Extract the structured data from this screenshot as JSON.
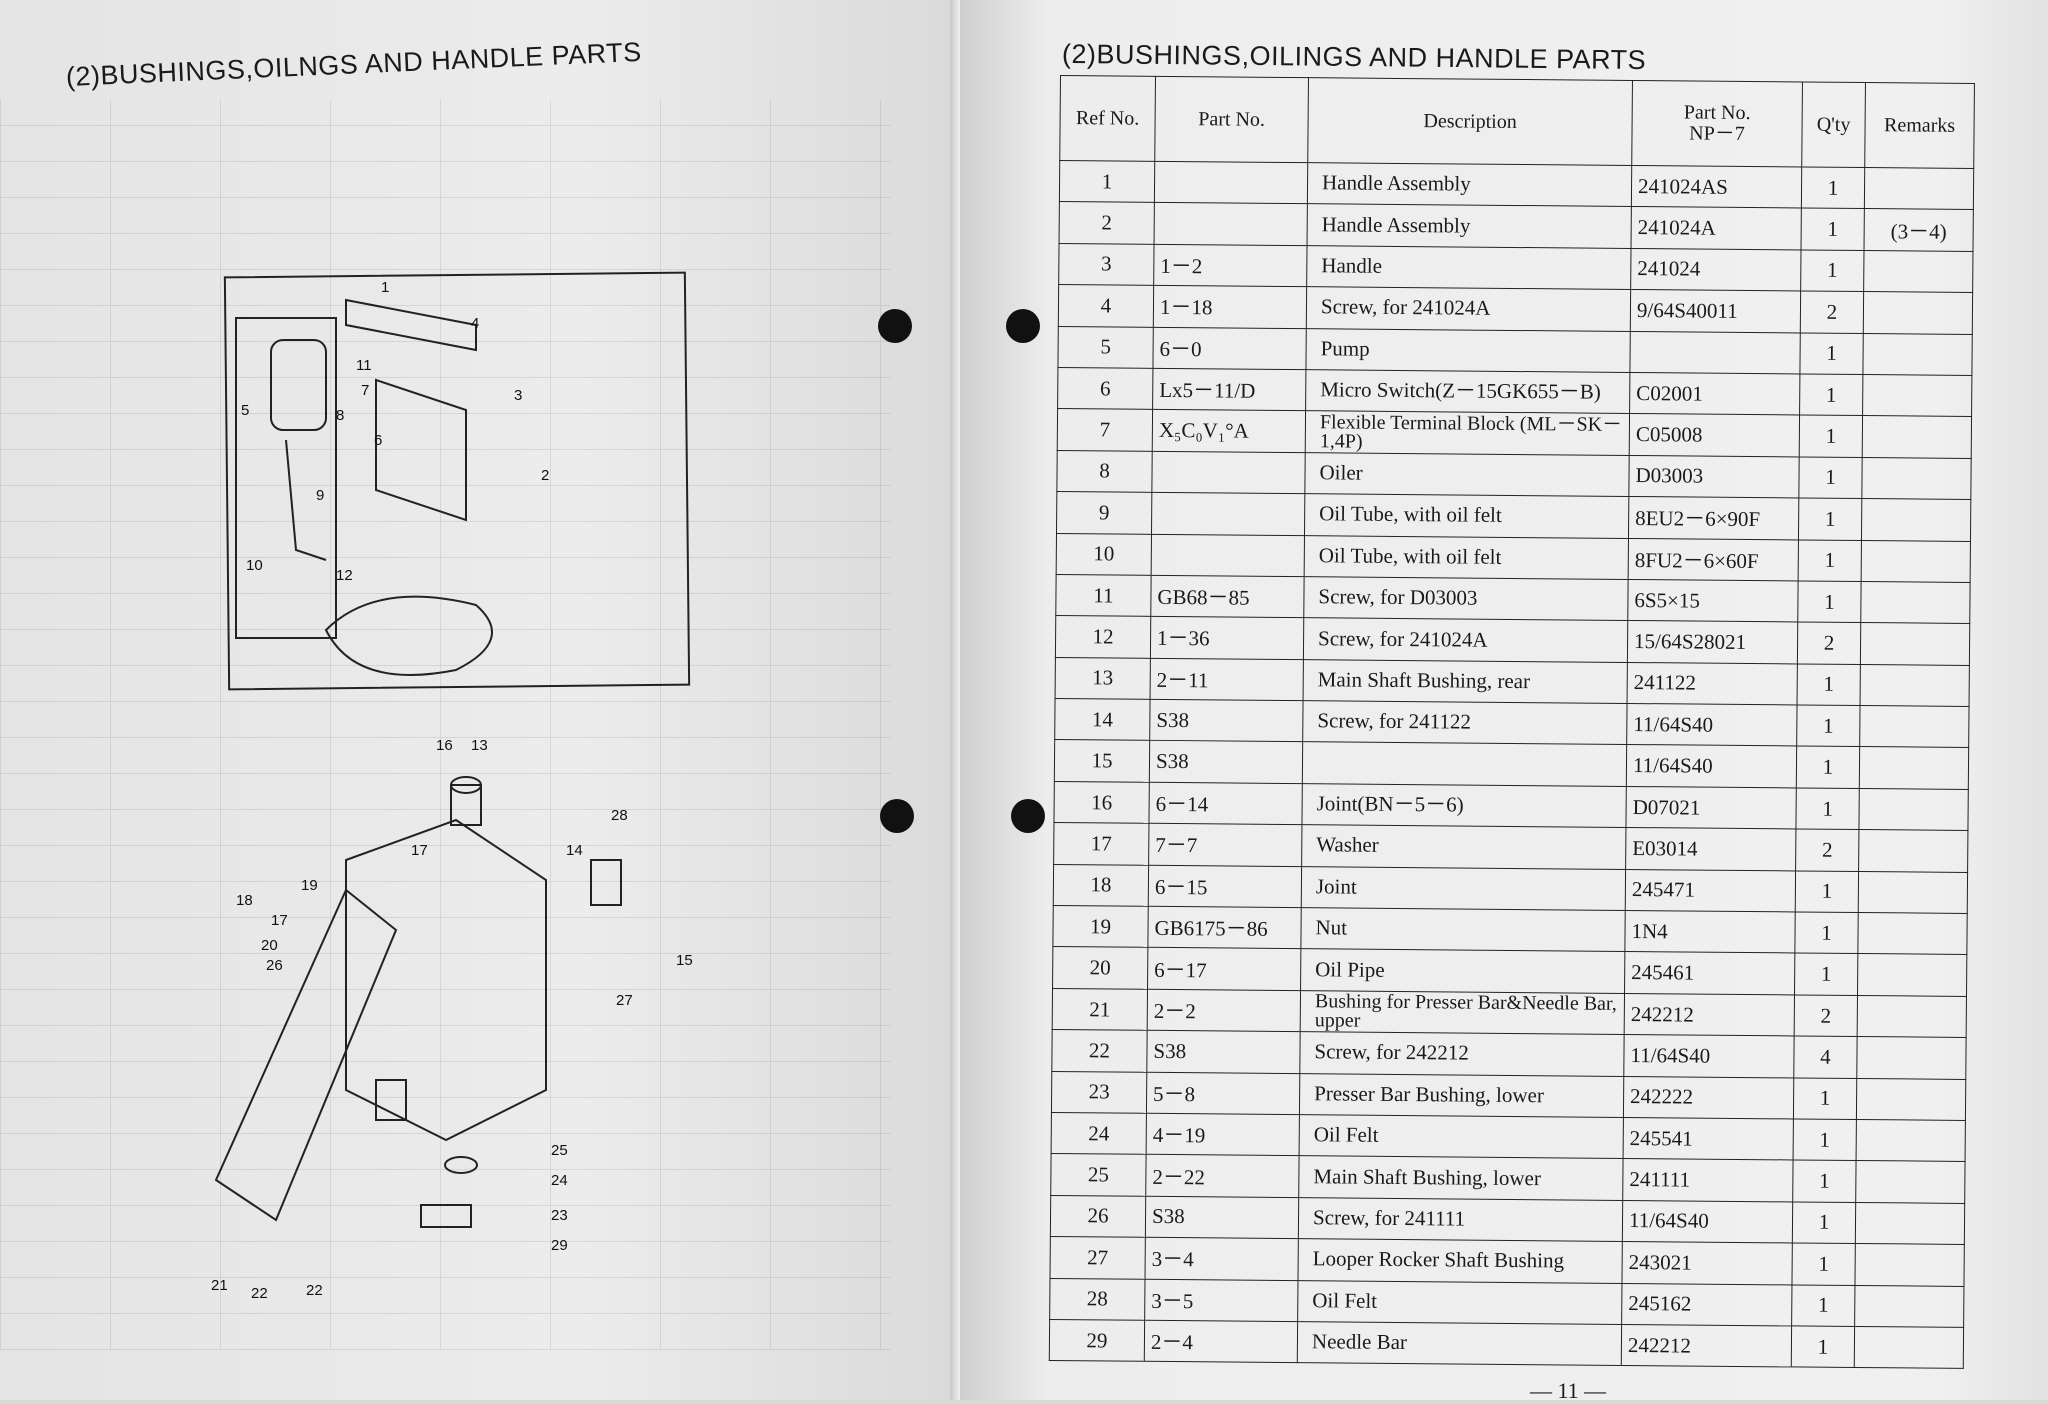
{
  "left_page": {
    "title": "(2)BUSHINGS,OILNGS AND HANDLE PARTS",
    "upper_callouts": [
      "1",
      "4",
      "11",
      "5",
      "8",
      "7",
      "6",
      "3",
      "9",
      "10",
      "12",
      "2"
    ],
    "lower_callouts": [
      "16",
      "13",
      "28",
      "14",
      "17",
      "18",
      "19",
      "17",
      "20",
      "26",
      "15",
      "27",
      "25",
      "24",
      "23",
      "29",
      "21",
      "22",
      "22"
    ]
  },
  "right_page": {
    "title": "(2)BUSHINGS,OILINGS AND HANDLE PARTS",
    "headers": {
      "ref": "Ref No.",
      "part": "Part No.",
      "desc": "Description",
      "np7_line1": "Part No.",
      "np7_line2": "NP－7",
      "qty": "Q'ty",
      "remarks": "Remarks"
    },
    "rows": [
      {
        "ref": "1",
        "part": "",
        "desc": "Handle Assembly",
        "np7": "241024AS",
        "qty": "1",
        "remarks": ""
      },
      {
        "ref": "2",
        "part": "",
        "desc": "Handle Assembly",
        "np7": "241024A",
        "qty": "1",
        "remarks": "(3－4)"
      },
      {
        "ref": "3",
        "part": "1－2",
        "desc": "Handle",
        "np7": "241024",
        "qty": "1",
        "remarks": ""
      },
      {
        "ref": "4",
        "part": "1－18",
        "desc": "Screw, for 241024A",
        "np7": "9/64S40011",
        "qty": "2",
        "remarks": ""
      },
      {
        "ref": "5",
        "part": "6－0",
        "desc": "Pump",
        "np7": "",
        "qty": "1",
        "remarks": ""
      },
      {
        "ref": "6",
        "part": "Lx5－11/D",
        "desc": "Micro Switch(Z－15GK655－B)",
        "np7": "C02001",
        "qty": "1",
        "remarks": ""
      },
      {
        "ref": "7",
        "part": "X₅C₀V₁°A",
        "desc": "Flexible Terminal Block (ML－SK－1,4P)",
        "np7": "C05008",
        "qty": "1",
        "remarks": ""
      },
      {
        "ref": "8",
        "part": "",
        "desc": "Oiler",
        "np7": "D03003",
        "qty": "1",
        "remarks": ""
      },
      {
        "ref": "9",
        "part": "",
        "desc": "Oil Tube, with oil felt",
        "np7": "8EU2－6×90F",
        "qty": "1",
        "remarks": ""
      },
      {
        "ref": "10",
        "part": "",
        "desc": "Oil Tube, with oil felt",
        "np7": "8FU2－6×60F",
        "qty": "1",
        "remarks": ""
      },
      {
        "ref": "11",
        "part": "GB68－85",
        "desc": "Screw, for D03003",
        "np7": "6S5×15",
        "qty": "1",
        "remarks": ""
      },
      {
        "ref": "12",
        "part": "1－36",
        "desc": "Screw, for 241024A",
        "np7": "15/64S28021",
        "qty": "2",
        "remarks": ""
      },
      {
        "ref": "13",
        "part": "2－11",
        "desc": "Main Shaft Bushing, rear",
        "np7": "241122",
        "qty": "1",
        "remarks": ""
      },
      {
        "ref": "14",
        "part": "S38",
        "desc": "Screw, for 241122",
        "np7": "11/64S40",
        "qty": "1",
        "remarks": ""
      },
      {
        "ref": "15",
        "part": "S38",
        "desc": "",
        "np7": "11/64S40",
        "qty": "1",
        "remarks": ""
      },
      {
        "ref": "16",
        "part": "6－14",
        "desc": "Joint(BN－5－6)",
        "np7": "D07021",
        "qty": "1",
        "remarks": ""
      },
      {
        "ref": "17",
        "part": "7－7",
        "desc": "Washer",
        "np7": "E03014",
        "qty": "2",
        "remarks": ""
      },
      {
        "ref": "18",
        "part": "6－15",
        "desc": "Joint",
        "np7": "245471",
        "qty": "1",
        "remarks": ""
      },
      {
        "ref": "19",
        "part": "GB6175－86",
        "desc": "Nut",
        "np7": "1N4",
        "qty": "1",
        "remarks": ""
      },
      {
        "ref": "20",
        "part": "6－17",
        "desc": "Oil Pipe",
        "np7": "245461",
        "qty": "1",
        "remarks": ""
      },
      {
        "ref": "21",
        "part": "2－2",
        "desc": "Bushing for Presser Bar&Needle Bar, upper",
        "np7": "242212",
        "qty": "2",
        "remarks": ""
      },
      {
        "ref": "22",
        "part": "S38",
        "desc": "Screw, for 242212",
        "np7": "11/64S40",
        "qty": "4",
        "remarks": ""
      },
      {
        "ref": "23",
        "part": "5－8",
        "desc": "Presser Bar Bushing, lower",
        "np7": "242222",
        "qty": "1",
        "remarks": ""
      },
      {
        "ref": "24",
        "part": "4－19",
        "desc": "Oil Felt",
        "np7": "245541",
        "qty": "1",
        "remarks": ""
      },
      {
        "ref": "25",
        "part": "2－22",
        "desc": "Main Shaft Bushing, lower",
        "np7": "241111",
        "qty": "1",
        "remarks": ""
      },
      {
        "ref": "26",
        "part": "S38",
        "desc": "Screw, for 241111",
        "np7": "11/64S40",
        "qty": "1",
        "remarks": ""
      },
      {
        "ref": "27",
        "part": "3－4",
        "desc": "Looper Rocker Shaft Bushing",
        "np7": "243021",
        "qty": "1",
        "remarks": ""
      },
      {
        "ref": "28",
        "part": "3－5",
        "desc": "Oil Felt",
        "np7": "245162",
        "qty": "1",
        "remarks": ""
      },
      {
        "ref": "29",
        "part": "2－4",
        "desc": "Needle Bar",
        "np7": "242212",
        "qty": "1",
        "remarks": ""
      }
    ],
    "page_number": "— 11 —"
  }
}
